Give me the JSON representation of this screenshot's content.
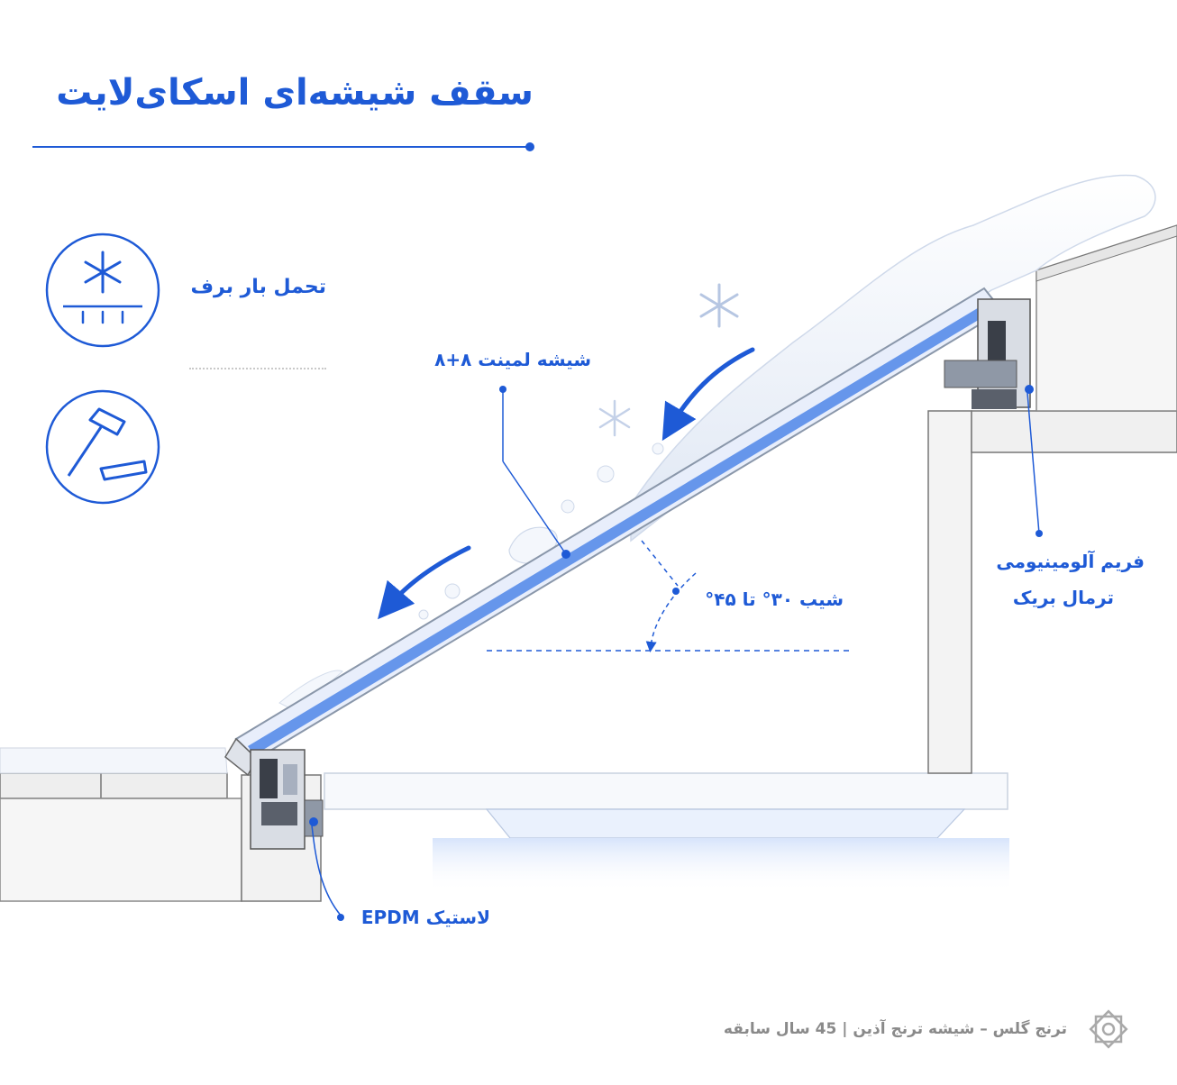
{
  "title": "سقف شیشه‌ای اسکای‌لایت",
  "features": [
    {
      "label": "تحمل بار برف",
      "icon": "snowflake-load-icon"
    },
    {
      "label": "",
      "icon": "hammer-impact-icon"
    }
  ],
  "callouts": {
    "glass": "شیشه لمینت ۸+۸",
    "slope": "شیب ۳۰° تا ۴۵°",
    "frame_line1": "فریم آلومینیومی",
    "frame_line2": "ترمال بریک",
    "gasket": "لاستیک EPDM"
  },
  "footer": "ترنج گلس – شیشه ترنج آذین | 45 سال سابقه",
  "colors": {
    "accent": "#1e5ad6",
    "glass": "#4f86e8",
    "snow": "#eef2f9",
    "concrete": "#f4f4f4",
    "frame": "#6b6b6b"
  }
}
